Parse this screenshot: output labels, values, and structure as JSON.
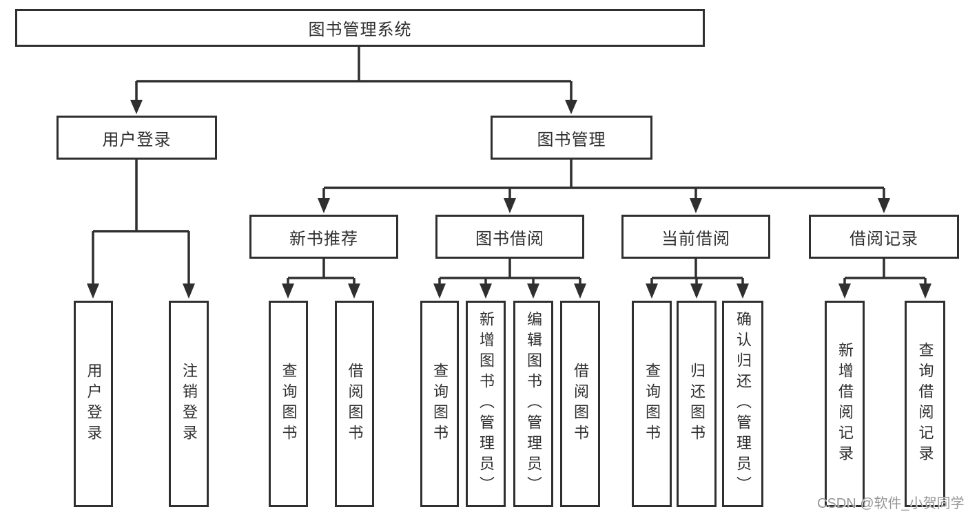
{
  "colors": {
    "line": "#2f2f2f",
    "text": "#2f2f2f",
    "background": "#ffffff",
    "watermark": "#969696"
  },
  "watermark": "CSDN @软件_小贺同学",
  "tree": {
    "root": {
      "label": "图书管理系统"
    },
    "branches": [
      {
        "label": "用户登录",
        "children": [
          {
            "label": "用户登录"
          },
          {
            "label": "注销登录"
          }
        ]
      },
      {
        "label": "图书管理",
        "children": [
          {
            "label": "新书推荐",
            "children": [
              {
                "label": "查询图书"
              },
              {
                "label": "借阅图书"
              }
            ]
          },
          {
            "label": "图书借阅",
            "children": [
              {
                "label": "查询图书"
              },
              {
                "label": "新增图书（管理员）"
              },
              {
                "label": "编辑图书（管理员）"
              },
              {
                "label": "借阅图书"
              }
            ]
          },
          {
            "label": "当前借阅",
            "children": [
              {
                "label": "查询图书"
              },
              {
                "label": "归还图书"
              },
              {
                "label": "确认归还（管理员）"
              }
            ]
          },
          {
            "label": "借阅记录",
            "children": [
              {
                "label": "新增借阅记录"
              },
              {
                "label": "查询借阅记录"
              }
            ]
          }
        ]
      }
    ]
  }
}
